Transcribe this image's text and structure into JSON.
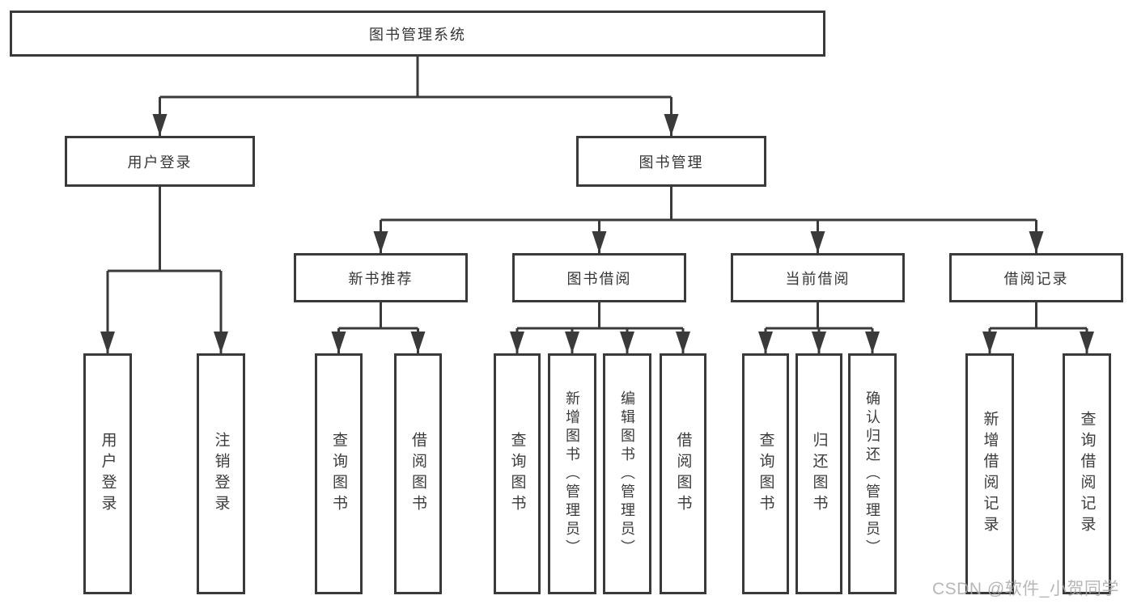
{
  "watermark": "CSDN @软件_小贺同学",
  "tree": {
    "root": {
      "label": "图书管理系统"
    },
    "login": {
      "label": "用户登录",
      "children": [
        {
          "label": "用户登录"
        },
        {
          "label": "注销登录"
        }
      ]
    },
    "management": {
      "label": "图书管理",
      "children": [
        {
          "label": "新书推荐",
          "children": [
            {
              "label": "查询图书"
            },
            {
              "label": "借阅图书"
            }
          ]
        },
        {
          "label": "图书借阅",
          "children": [
            {
              "label": "查询图书"
            },
            {
              "label": "新增图书（管理员）"
            },
            {
              "label": "编辑图书（管理员）"
            },
            {
              "label": "借阅图书"
            }
          ]
        },
        {
          "label": "当前借阅",
          "children": [
            {
              "label": "查询图书"
            },
            {
              "label": "归还图书"
            },
            {
              "label": "确认归还（管理员）"
            }
          ]
        },
        {
          "label": "借阅记录",
          "children": [
            {
              "label": "新增借阅记录"
            },
            {
              "label": "查询借阅记录"
            }
          ]
        }
      ]
    }
  },
  "colors": {
    "line": "#3a3a3a",
    "text": "#353535",
    "watermark": "#aaaaaa"
  }
}
